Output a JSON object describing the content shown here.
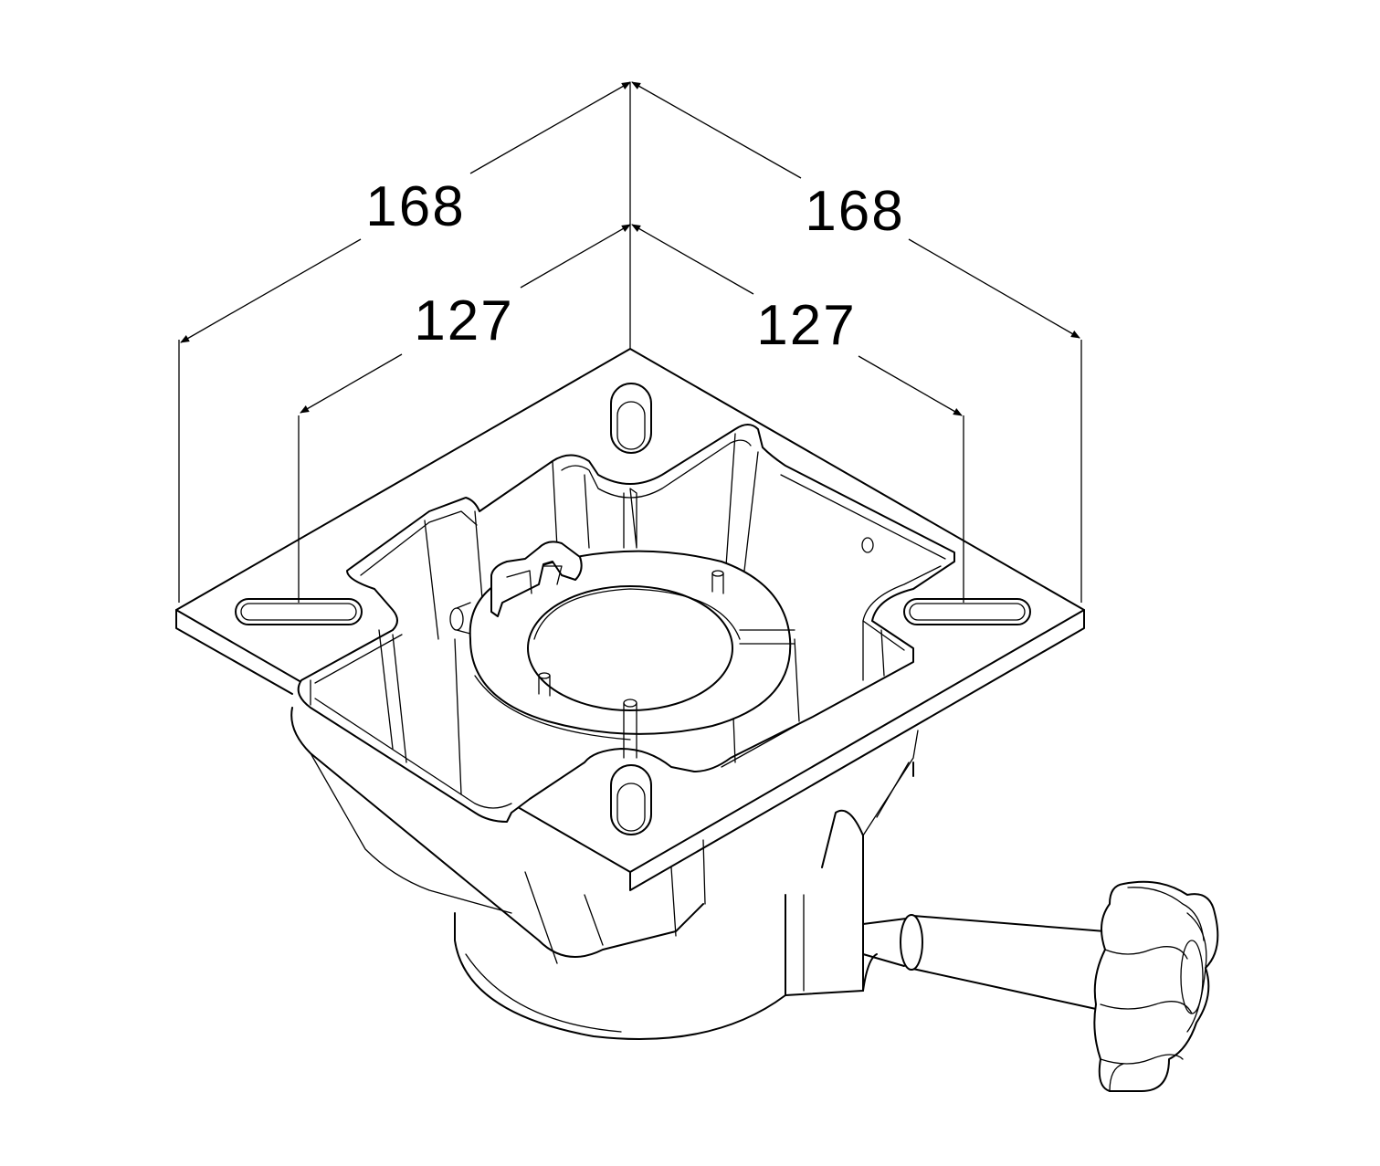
{
  "dimensions": {
    "outer_left": "168",
    "outer_right": "168",
    "inner_left": "127",
    "inner_right": "127"
  },
  "colors": {
    "line": "#000000",
    "background": "#ffffff"
  }
}
